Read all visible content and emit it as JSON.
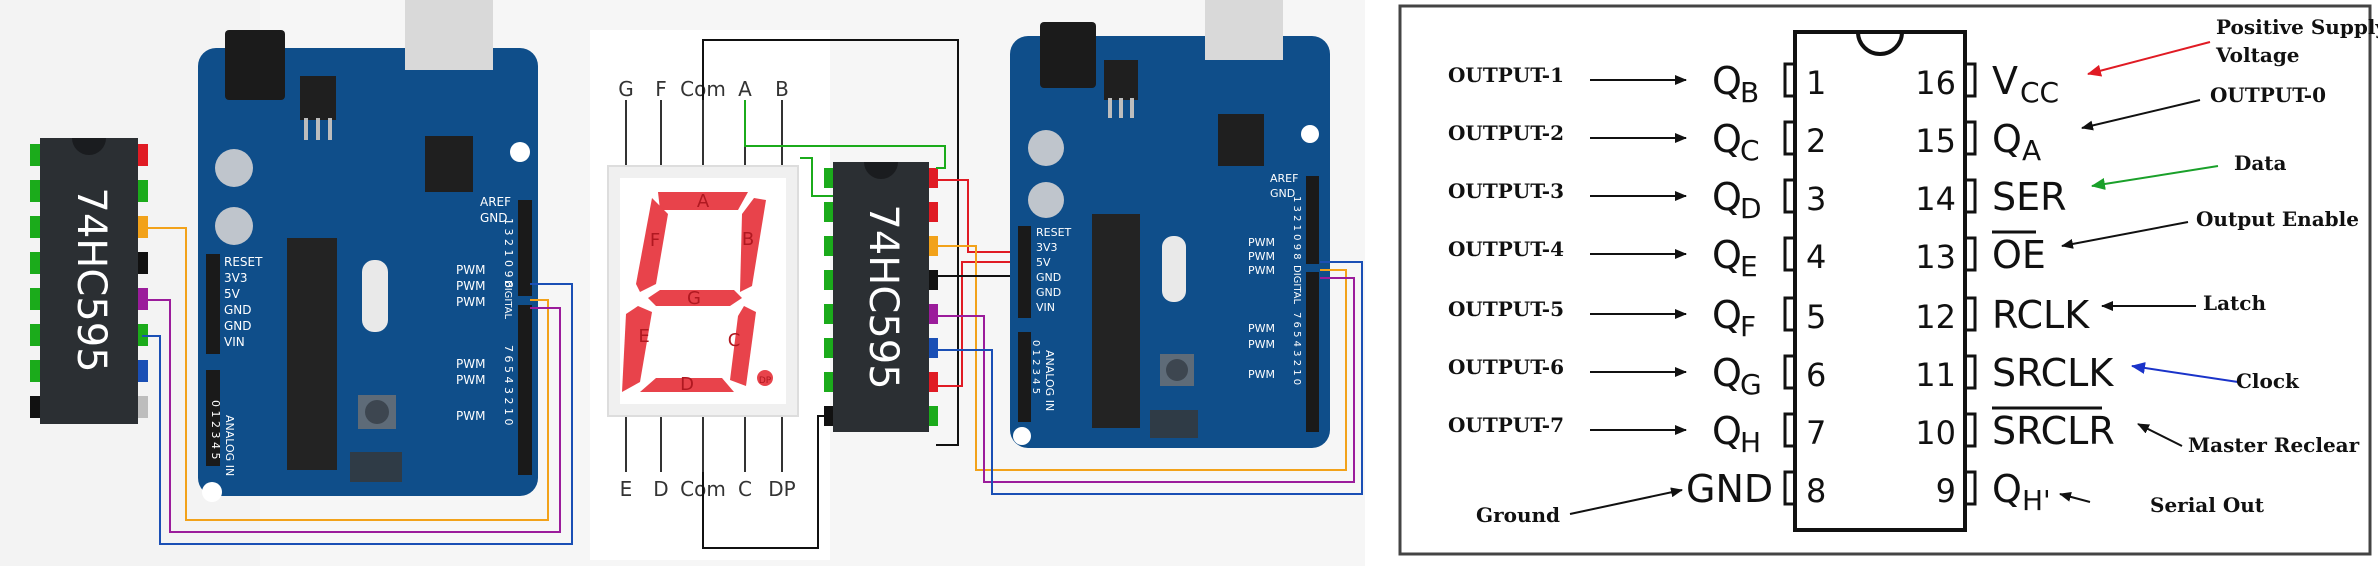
{
  "colors": {
    "pcb": "#0f4e8a",
    "pcb_dark": "#0b3d6e",
    "chip": "#2b2f33",
    "segment_on": "#e8434b",
    "wire_orange": "#f2a21a",
    "wire_purple": "#9b1c9b",
    "wire_blue": "#1a4fb5",
    "wire_black": "#111111",
    "wire_red": "#e01b24",
    "wire_green": "#1bab1b",
    "arrow_red": "#e01b24",
    "arrow_green": "#1aa02a",
    "arrow_blue": "#1a33c9",
    "label_red": "#e01b24",
    "label_green": "#1aa02a"
  },
  "left_chip": {
    "label": "74HC595"
  },
  "right_chip": {
    "label": "74HC595"
  },
  "arduino_left": {
    "power_labels": [
      "RESET",
      "3V3",
      "5V",
      "GND",
      "GND",
      "VIN"
    ],
    "top_labels": [
      "AREF",
      "GND"
    ],
    "pwm_labels": [
      "PWM",
      "PWM",
      "PWM",
      "PWM",
      "PWM",
      "PWM"
    ],
    "digital_label": "DIGITAL",
    "analog_label": "ANALOG IN",
    "analog_numbers": "0 1 2 3 4 5",
    "digital_numbers_top": "1 3 2 1 0 9 8",
    "digital_numbers_bottom": "7 6 5 4 3 2 1 0"
  },
  "arduino_right": {
    "power_labels": [
      "RESET",
      "3V3",
      "5V",
      "GND",
      "GND",
      "VIN"
    ],
    "top_labels": [
      "AREF",
      "GND"
    ],
    "pwm_labels": [
      "PWM",
      "PWM",
      "PWM",
      "PWM",
      "PWM",
      "PWM"
    ],
    "digital_label": "DIGITAL",
    "analog_label": "ANALOG IN",
    "analog_numbers": "0 1 2 3 4 5",
    "digital_numbers_top": "1 3 2 1 0 9 8",
    "digital_numbers_bottom": "7 6 5 4 3 2 1 0"
  },
  "seven_segment": {
    "top_pins": [
      "G",
      "F",
      "Com",
      "A",
      "B"
    ],
    "bottom_pins": [
      "E",
      "D",
      "Com",
      "C",
      "DP"
    ],
    "segment_labels": [
      "A",
      "B",
      "C",
      "D",
      "E",
      "F",
      "G",
      "DP"
    ]
  },
  "pinout": {
    "left_pins": [
      {
        "num": "1",
        "name": "Q",
        "sub": "B",
        "desc": "OUTPUT-1"
      },
      {
        "num": "2",
        "name": "Q",
        "sub": "C",
        "desc": "OUTPUT-2"
      },
      {
        "num": "3",
        "name": "Q",
        "sub": "D",
        "desc": "OUTPUT-3"
      },
      {
        "num": "4",
        "name": "Q",
        "sub": "E",
        "desc": "OUTPUT-4"
      },
      {
        "num": "5",
        "name": "Q",
        "sub": "F",
        "desc": "OUTPUT-5"
      },
      {
        "num": "6",
        "name": "Q",
        "sub": "G",
        "desc": "OUTPUT-6"
      },
      {
        "num": "7",
        "name": "Q",
        "sub": "H",
        "desc": "OUTPUT-7"
      },
      {
        "num": "8",
        "name": "GND",
        "sub": "",
        "desc": "Ground"
      }
    ],
    "right_pins": [
      {
        "num": "16",
        "name": "V",
        "sub": "CC",
        "desc_lines": [
          "Positive Supply",
          "Voltage"
        ],
        "overline": false
      },
      {
        "num": "15",
        "name": "Q",
        "sub": "A",
        "desc_lines": [
          "OUTPUT-0"
        ],
        "overline": false
      },
      {
        "num": "14",
        "name": "SER",
        "sub": "",
        "desc_lines": [
          "Data"
        ],
        "overline": false
      },
      {
        "num": "13",
        "name": "OE",
        "sub": "",
        "desc_lines": [
          "Output Enable"
        ],
        "overline": true
      },
      {
        "num": "12",
        "name": "RCLK",
        "sub": "",
        "desc_lines": [
          "Latch"
        ],
        "overline": false
      },
      {
        "num": "11",
        "name": "SRCLK",
        "sub": "",
        "desc_lines": [
          "Clock"
        ],
        "overline": false
      },
      {
        "num": "10",
        "name": "SRCLR",
        "sub": "",
        "desc_lines": [
          "Master Reclear"
        ],
        "overline": true
      },
      {
        "num": "9",
        "name": "Q",
        "sub": "H'",
        "desc_lines": [
          "Serial Out"
        ],
        "overline": false
      }
    ]
  }
}
